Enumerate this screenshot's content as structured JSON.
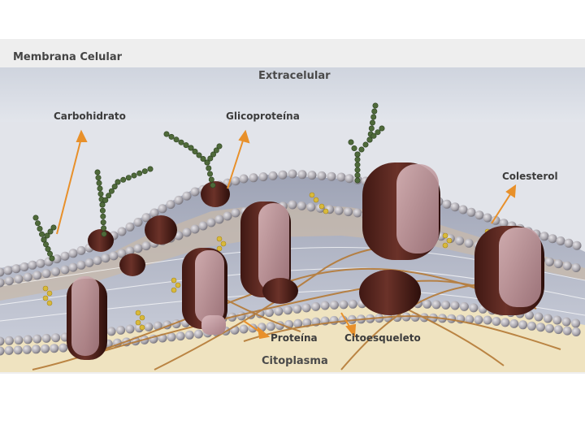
{
  "diagram": {
    "title": "Membrana Celular",
    "regions": {
      "top": "Extracelular",
      "bottom": "Citoplasma"
    },
    "labels": {
      "carbohidrato": "Carbohidrato",
      "glicoproteina": "Glicoproteína",
      "colesterol": "Colesterol",
      "proteina": "Proteína",
      "citoesqueleto": "Citoesqueleto"
    },
    "colors": {
      "extracellular_bg": "#d6dae3",
      "cytoplasm_bg": "#efe4c2",
      "lipid_head": "#b9b6bc",
      "protein_dark": "#5a2a24",
      "protein_light": "#c9a3a8",
      "carbohydrate": "#4f6a3a",
      "cholesterol": "#d8b93a",
      "cytoskeleton": "#b57a36",
      "arrow": "#e8902a"
    }
  }
}
